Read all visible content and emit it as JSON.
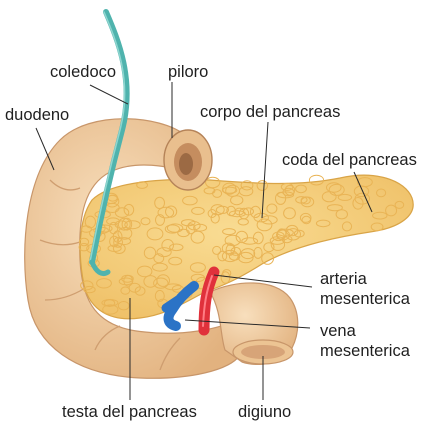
{
  "labels": {
    "coledoco": "coledoco",
    "piloro": "piloro",
    "duodeno": "duodeno",
    "corpo": "corpo del pancreas",
    "coda": "coda del pancreas",
    "arteria_1": "arteria",
    "arteria_2": "mesenterica",
    "vena_1": "vena",
    "vena_2": "mesenterica",
    "testa": "testa del pancreas",
    "digiuno": "digiuno"
  },
  "colors": {
    "pancreas_fill": "#f5cf7e",
    "pancreas_lobule": "#e9b456",
    "duodenum_fill": "#f1cfa3",
    "duodenum_shade": "#d9a874",
    "bile_duct": "#4fb3ad",
    "artery": "#e0313b",
    "vein": "#2b73c6",
    "leader_line": "#2a2a2a",
    "text": "#1f1f1f"
  }
}
